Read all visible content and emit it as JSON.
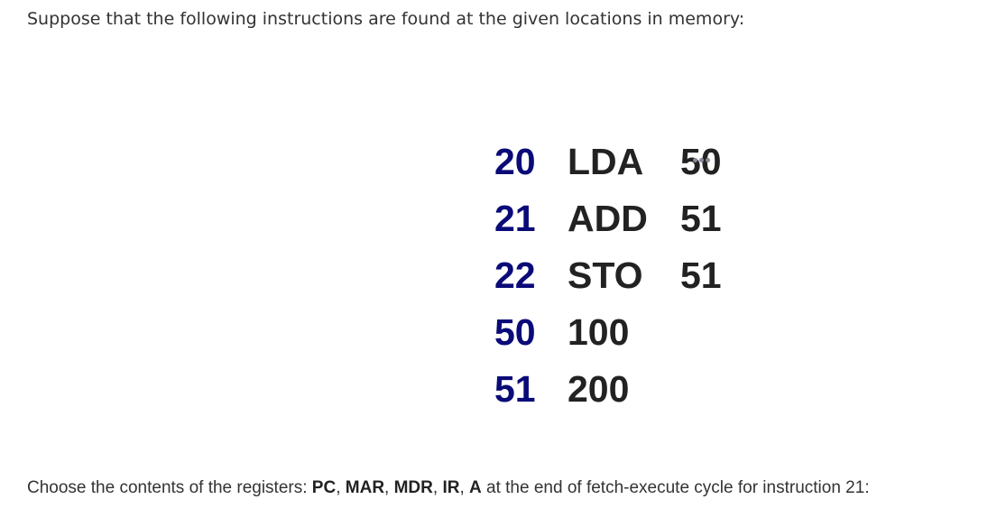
{
  "intro_text": "Suppose that the following instructions are found at the given locations in memory:",
  "memory": [
    {
      "address": "20",
      "op": "LDA",
      "operand": "50"
    },
    {
      "address": "21",
      "op": "ADD",
      "operand": "51"
    },
    {
      "address": "22",
      "op": "STO",
      "operand": "51"
    },
    {
      "address": "50",
      "op": "100",
      "operand": ""
    },
    {
      "address": "51",
      "op": "200",
      "operand": ""
    }
  ],
  "question": {
    "prefix": "Choose the contents of the registers: ",
    "registers": [
      "PC",
      "MAR",
      "MDR",
      "IR",
      "A"
    ],
    "separator": ", ",
    "suffix": " at the end of fetch-execute cycle for instruction 21:"
  },
  "colors": {
    "address": "#0a0a78",
    "text": "#333333"
  },
  "icons": {
    "overlay": "more-options-icon"
  }
}
